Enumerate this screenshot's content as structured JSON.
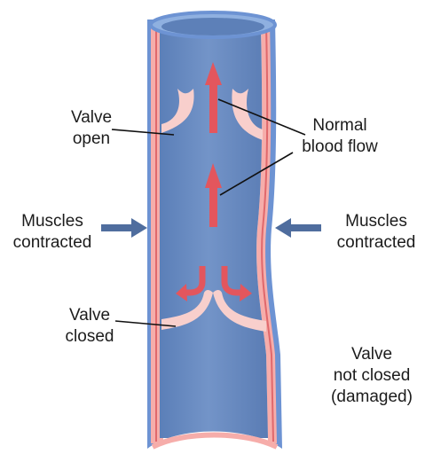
{
  "labels": {
    "valve_open": [
      "Valve",
      "open"
    ],
    "normal_flow": [
      "Normal",
      "blood flow"
    ],
    "muscles_left": [
      "Muscles",
      "contracted"
    ],
    "muscles_right": [
      "Muscles",
      "contracted"
    ],
    "valve_closed": [
      "Valve",
      "closed"
    ],
    "valve_damaged": [
      "Valve",
      "not closed",
      "(damaged)"
    ]
  },
  "colors": {
    "vein_fill": "#6a8cc2",
    "vein_outer": "#6d93d3",
    "vein_wall": "#f6adaa",
    "vein_wall_line": "#e0686c",
    "flow_arrow": "#e3565d",
    "valve": "#f8cfcc",
    "pressure_arrow": "#4f6d9e",
    "leader_line": "#111111"
  }
}
